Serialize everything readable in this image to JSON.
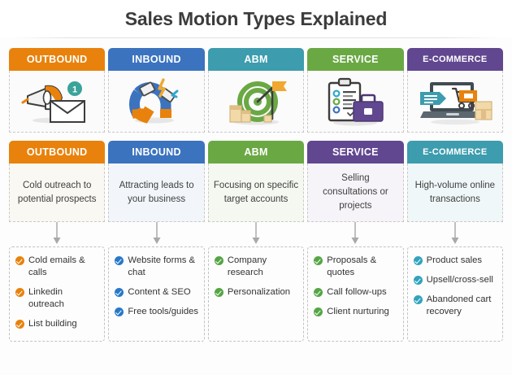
{
  "title": "Sales Motion Types Explained",
  "colors": {
    "orange": "#E8820C",
    "blue": "#3B73BF",
    "teal": "#3D9CAE",
    "green": "#6AA844",
    "purple": "#61478F",
    "arrow": "#a9a9a9",
    "dash_border": "#c9c9c9"
  },
  "columns": [
    {
      "header_label": "OUTBOUND",
      "header_color": "#E8820C",
      "icon_name": "megaphone-envelope-icon",
      "icon_tint": "#E8820C",
      "sub_label": "OUTBOUND",
      "sub_color": "#E8820C",
      "description": "Cold outreach to potential prospects",
      "desc_bg": "#faf8f2",
      "check_color": "#E8820C",
      "bullets": [
        "Cold emails & calls",
        "Linkedin outreach",
        "List building"
      ]
    },
    {
      "header_label": "INBOUND",
      "header_color": "#3B73BF",
      "icon_name": "magnet-icon",
      "icon_tint": "#3B73BF",
      "sub_label": "INBOUND",
      "sub_color": "#3B73BF",
      "description": "Attracting leads to your business",
      "desc_bg": "#f2f6fa",
      "check_color": "#2878C8",
      "bullets": [
        "Website forms & chat",
        "Content & SEO",
        "Free tools/guides"
      ]
    },
    {
      "header_label": "ABM",
      "header_color": "#3D9CAE",
      "icon_name": "target-flag-icon",
      "icon_tint": "#6AA844",
      "sub_label": "ABM",
      "sub_color": "#6AA844",
      "description": "Focusing on specific target accounts",
      "desc_bg": "#f5f8f1",
      "check_color": "#55A546",
      "bullets": [
        "Company research",
        "Personalization"
      ]
    },
    {
      "header_label": "SERVICE",
      "header_color": "#6AA844",
      "icon_name": "clipboard-briefcase-icon",
      "icon_tint": "#61478F",
      "sub_label": "SERVICE",
      "sub_color": "#61478F",
      "description": "Selling consultations or projects",
      "desc_bg": "#f6f4f8",
      "check_color": "#55A546",
      "bullets": [
        "Proposals & quotes",
        "Call follow-ups",
        "Client nurturing"
      ]
    },
    {
      "header_label": "E-COMMERCE",
      "header_color": "#61478F",
      "icon_name": "laptop-shopping-cart-icon",
      "icon_tint": "#3D9CAE",
      "sub_label": "E-COMMERCE",
      "sub_color": "#3D9CAE",
      "description": "High-volume online transactions",
      "desc_bg": "#f0f7f8",
      "check_color": "#32A3BE",
      "bullets": [
        "Product sales",
        "Upsell/cross-sell",
        "Abandoned cart recovery"
      ]
    }
  ]
}
